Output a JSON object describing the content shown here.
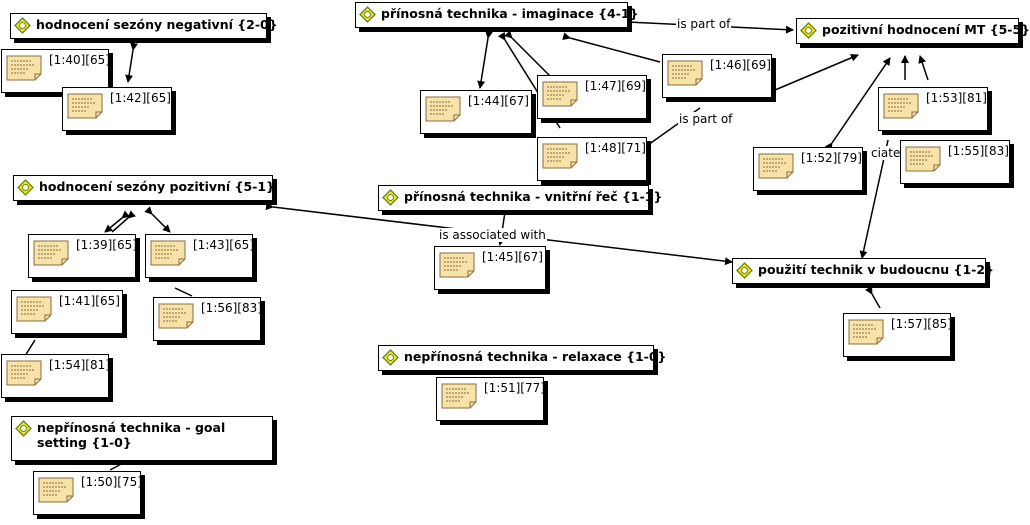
{
  "codes": {
    "hodnoceni_negativni": "hodnocení sezóny negativní {2-0}",
    "prinosna_imaginace": "přínosná technika - imaginace {4-1}",
    "pozitivni_mt": "pozitivní hodnocení MT {5-5}",
    "hodnoceni_pozitivni": "hodnocení sezóny pozitivní {5-1}",
    "prinosna_vnitrni_rec": "přínosná technika - vnitřní řeč {1-1}",
    "pouziti_technik": "použití technik v budoucnu {1-2}",
    "neprinosna_relaxace": "nepřínosná technika - relaxace {1-0}",
    "neprinosna_goal": "nepřínosná technika - goal setting {1-0}"
  },
  "quotations": {
    "q1_40": "[1:40][65]",
    "q1_42": "[1:42][65]",
    "q1_44": "[1:44][67]",
    "q1_47": "[1:47][69]",
    "q1_46": "[1:46][69]",
    "q1_48": "[1:48][71]",
    "q1_53": "[1:53][81]",
    "q1_52": "[1:52][79]",
    "q1_55": "[1:55][83]",
    "q1_39": "[1:39][65]",
    "q1_43": "[1:43][65]",
    "q1_41": "[1:41][65]",
    "q1_56": "[1:56][83]",
    "q1_54": "[1:54][81]",
    "q1_45": "[1:45][67]",
    "q1_57": "[1:57][85]",
    "q1_51": "[1:51][77]",
    "q1_50": "[1:50][75]"
  },
  "relations": {
    "is_part_of_1": "is part of",
    "is_part_of_2": "is part of",
    "is_associated_with": "is associated with",
    "is_associated_partial": "ciate"
  },
  "colors": {
    "note_fill": "#f7e2a8",
    "note_line": "#8a6d3b",
    "icon_yellow": "#ffe400",
    "icon_green": "#5a8a2a"
  }
}
